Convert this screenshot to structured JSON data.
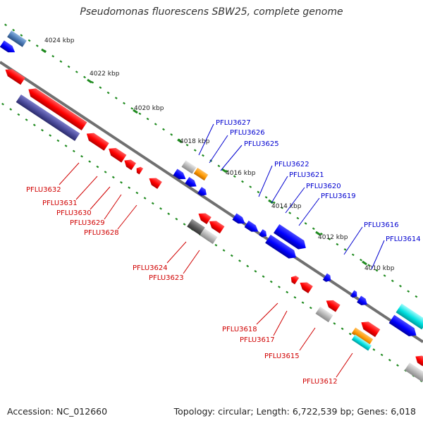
{
  "title": "Pseudomonas fluorescens SBW25, complete genome",
  "footer": {
    "accession": "Accession: NC_012660",
    "summary": "Topology: circular; Length: 6,722,539 bp; Genes: 6,018"
  },
  "scale_labels": [
    "4024 kbp",
    "4022 kbp",
    "4020 kbp",
    "4018 kbp",
    "4016 kbp",
    "4014 kbp",
    "4012 kbp",
    "4010 kbp"
  ],
  "reverse_gene_labels": [
    "PFLU3632",
    "PFLU3631",
    "PFLU3630",
    "PFLU3629",
    "PFLU3628",
    "PFLU3624",
    "PFLU3623",
    "PFLU3618",
    "PFLU3617",
    "PFLU3615",
    "PFLU3612"
  ],
  "forward_gene_labels": [
    "PFLU3627",
    "PFLU3626",
    "PFLU3625",
    "PFLU3622",
    "PFLU3621",
    "PFLU3620",
    "PFLU3619",
    "PFLU3616",
    "PFLU3614"
  ],
  "colors": {
    "reverse_cds": "#ff0000",
    "forward_cds": "#0000ff",
    "orange_feature": "#ff9900",
    "cyan_feature": "#00e0e0",
    "grey_feature": "#b4b4b4",
    "dark_feature": "#555555",
    "purple_feature": "#4a4a9a",
    "steelblue_feature": "#4a78b4",
    "tick_green": "#1e8a1e",
    "backbone": "#707070"
  }
}
